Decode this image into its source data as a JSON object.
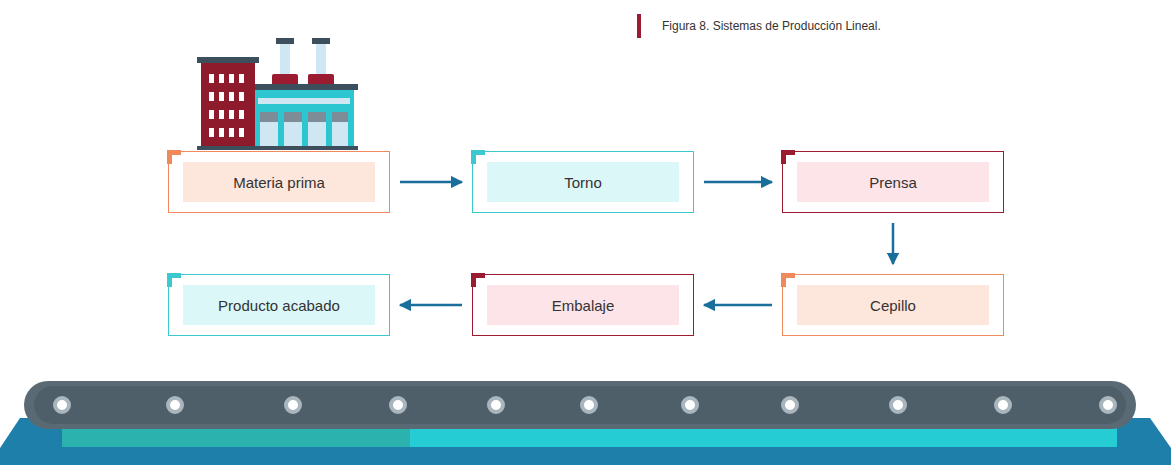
{
  "diagram": {
    "caption": "Figura 8. Sistemas de Producción Lineal.",
    "nodes": [
      {
        "text": [
          "Materia prima"
        ]
      },
      {
        "text": [
          "Torno"
        ]
      },
      {
        "text": [
          "Prensa"
        ]
      },
      {
        "text": [
          "Cepillo"
        ]
      },
      {
        "text": [
          "Embalaje"
        ]
      },
      {
        "text": [
          "Producto acabado"
        ]
      }
    ],
    "edges": [
      {
        "from": 0,
        "to": 1,
        "arrow": "to"
      },
      {
        "from": 1,
        "to": 2,
        "arrow": "to"
      },
      {
        "from": 2,
        "to": 3,
        "arrow": "to"
      },
      {
        "from": 3,
        "to": 4,
        "arrow": "to"
      },
      {
        "from": 4,
        "to": 5,
        "arrow": "to"
      }
    ]
  }
}
